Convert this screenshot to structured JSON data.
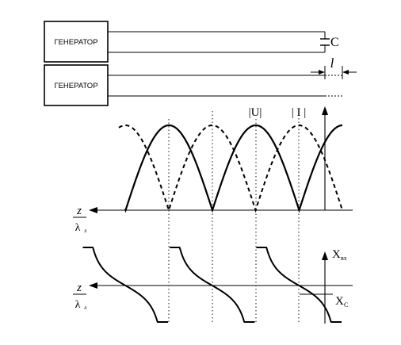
{
  "generators": [
    {
      "label": "ГЕНЕРАТОР"
    },
    {
      "label": "ГЕНЕРАТОР"
    }
  ],
  "capacitor_label": "C",
  "length_label": "l",
  "curve_labels": {
    "voltage": "|U|",
    "current": "| I |"
  },
  "upper_axis": {
    "label_num": "z",
    "label_den": "λ",
    "label_den_sub": "л"
  },
  "lower_axis": {
    "label_num": "z",
    "label_den": "λ",
    "label_den_sub": "л",
    "x_in_label": "X",
    "x_in_sub": "вх",
    "x_c_label": "X",
    "x_c_sub": "C"
  }
}
